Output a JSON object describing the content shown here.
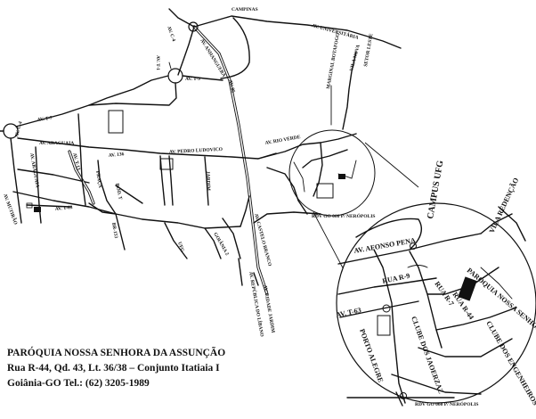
{
  "labels": {
    "av_c4": "AV. C-4",
    "av_araguaia": "AV. ARAGUAIA",
    "av_araguaia_v": "AV. ARAGUAIA",
    "av_t13": "AV. T-13",
    "av_t1": "AV. T-1",
    "av_mutirao": "AV. MUTIRÃO",
    "av_anhanguera": "AV. ANHANGUERA",
    "av_cidade_jardim": "AV. CIDADE JARDIM",
    "av_t63": "AV. T-63",
    "av_t9": "AV. T-9",
    "av_rep_libano": "AV. REPÚBLICA DO LÍBANO",
    "av_85": "AV. 85",
    "av_136": "AV. 136",
    "av_t7": "AV. T-7",
    "av_pedro_ludovico": "AV. PEDRO LUDOVICO",
    "av_rio_verde": "AV. RIO VERDE",
    "av_castelo_branco": "AV. CASTELO BRANCO",
    "campus_ufg": "CAMPUS UFG",
    "av_afonso_pena": "AV. AFONSO PENA",
    "vila_redencao": "VILA REDENÇÃO",
    "rua_r44": "RUA R-44",
    "rua_r7": "RUA R-7",
    "clube_jaoerzaz": "CLUBE DOS JAOERZAZ",
    "clube_engenheiros": "CLUBE DOS ENGENHEIROS",
    "porto_alegre": "PORTO ALEGRE",
    "rua_r9": "RUA R-9",
    "rdv_go": "RDV GO 060 P/ NERÓPOLIS",
    "rdv_go_small": "RDV GO 060 P/ NERÓPOLIS",
    "paroquia_detail": "PARÓQUIA NOSSA SENHORA DA ASSUNÇÃO",
    "br153": "BR-153",
    "rod_t": "ROD. T",
    "praca": "PRAÇA",
    "jardim": "JARDIM",
    "setor_leste": "SETOR LESTE",
    "campinas": "CAMPINAS",
    "ufg_small": "UFG",
    "vila_nova": "VILA NOVA",
    "av_universitaria": "AV. UNIVERSITÁRIA",
    "marginal": "MARGINAL BOTAFOGO",
    "goiania2": "GOIÂNIA 2"
  },
  "footer": {
    "line1": "PARÓQUIA NOSSA SENHORA DA ASSUNÇÃO",
    "line2": "Rua R-44, Qd. 43, Lt. 36/38 – Conjunto Itatiaia I",
    "line3": "Goiânia-GO Tel.: (62) 3205-1989"
  }
}
